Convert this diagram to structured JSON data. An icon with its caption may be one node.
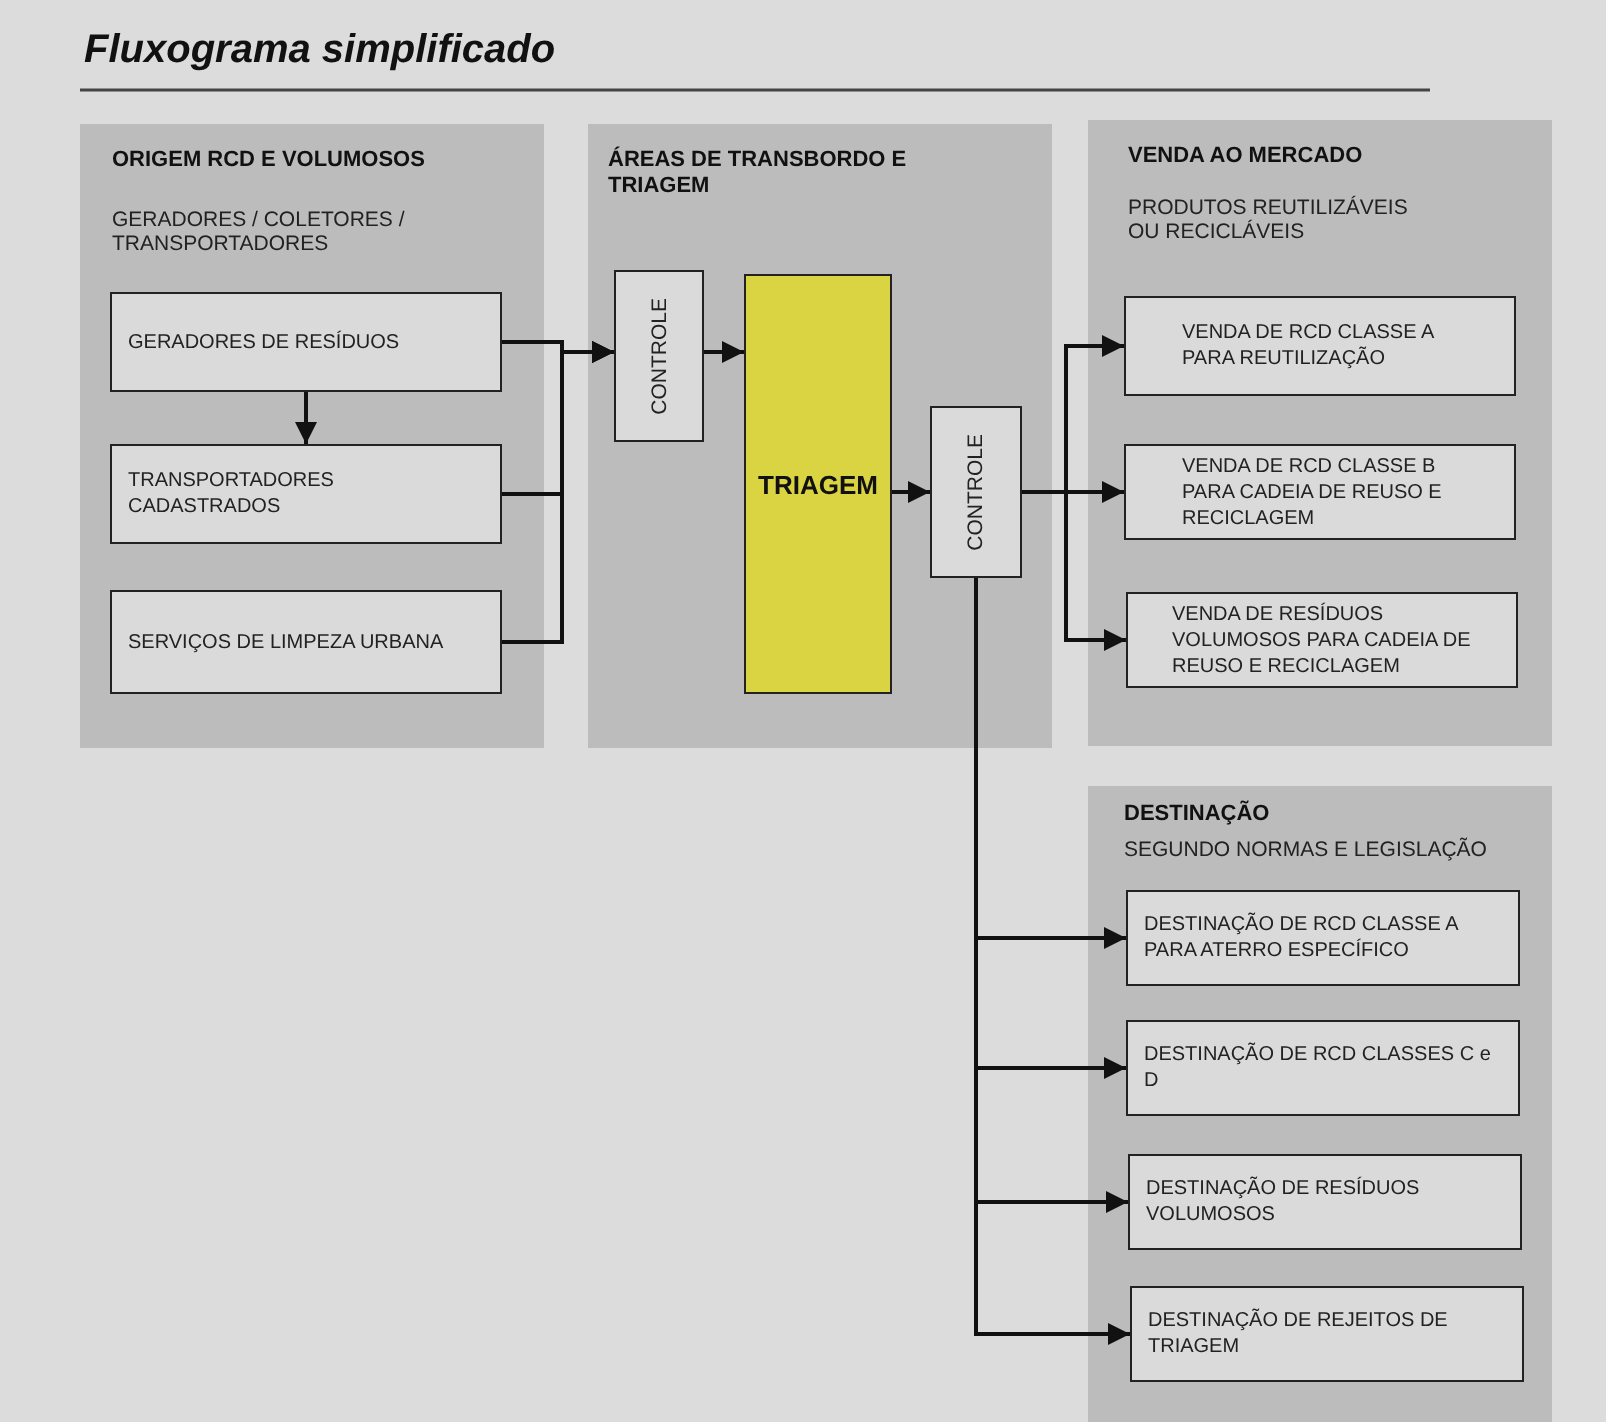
{
  "diagram": {
    "title": "Fluxograma simplificado",
    "nodes": [
      {
        "text": [
          "ORIGEM RCD E VOLUMOSOS",
          "GERADORES / COLETORES / TRANSPORTADORES"
        ]
      },
      {
        "text": [
          "GERADORES DE RESÍDUOS"
        ],
        "in": 0
      },
      {
        "text": [
          "TRANSPORTADORES CADASTRADOS"
        ],
        "in": 0
      },
      {
        "text": [
          "SERVIÇOS DE LIMPEZA URBANA"
        ],
        "in": 0
      },
      {
        "text": [
          "ÁREAS DE TRANSBORDO E TRIAGEM"
        ]
      },
      {
        "text": [
          "CONTROLE"
        ],
        "in": 4
      },
      {
        "text": [
          "TRIAGEM"
        ],
        "in": 4
      },
      {
        "text": [
          "CONTROLE"
        ],
        "in": 4
      },
      {
        "text": [
          "VENDA  AO MERCADO",
          "PRODUTOS REUTILIZÁVEIS OU RECICLÁVEIS"
        ]
      },
      {
        "text": [
          "VENDA DE RCD CLASSE A PARA REUTILIZAÇÃO"
        ],
        "in": 8
      },
      {
        "text": [
          "VENDA DE RCD CLASSE B PARA CADEIA DE REUSO E RECICLAGEM"
        ],
        "in": 8
      },
      {
        "text": [
          "VENDA DE RESÍDUOS VOLUMOSOS PARA CADEIA DE REUSO E RECICLAGEM"
        ],
        "in": 8
      },
      {
        "text": [
          "DESTINAÇÃO",
          "SEGUNDO NORMAS E LEGISLAÇÃO"
        ]
      },
      {
        "text": [
          "DESTINAÇÃO DE RCD CLASSE A PARA ATERRO ESPECÍFICO"
        ],
        "in": 12
      },
      {
        "text": [
          "DESTINAÇÃO DE RCD CLASSES C e D"
        ],
        "in": 12
      },
      {
        "text": [
          "DESTINAÇÃO DE RESÍDUOS VOLUMOSOS"
        ],
        "in": 12
      },
      {
        "text": [
          "DESTINAÇÃO DE REJEITOS DE TRIAGEM"
        ],
        "in": 12
      }
    ],
    "edges": [
      {
        "from": 1,
        "to": 2,
        "arrow": "to"
      },
      {
        "from": 1,
        "to": 5,
        "arrow": "to"
      },
      {
        "from": 2,
        "to": 5,
        "arrow": "to"
      },
      {
        "from": 3,
        "to": 5,
        "arrow": "to"
      },
      {
        "from": 5,
        "to": 6,
        "arrow": "to"
      },
      {
        "from": 6,
        "to": 7,
        "arrow": "to"
      },
      {
        "from": 7,
        "to": 9,
        "arrow": "to"
      },
      {
        "from": 7,
        "to": 10,
        "arrow": "to"
      },
      {
        "from": 7,
        "to": 11,
        "arrow": "to"
      },
      {
        "from": 7,
        "to": 13,
        "arrow": "to"
      },
      {
        "from": 7,
        "to": 14,
        "arrow": "to"
      },
      {
        "from": 7,
        "to": 15,
        "arrow": "to"
      },
      {
        "from": 7,
        "to": 16,
        "arrow": "to"
      }
    ]
  }
}
